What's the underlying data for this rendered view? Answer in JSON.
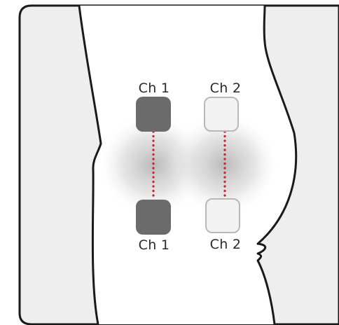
{
  "diagram": {
    "channels": [
      {
        "id": "ch1",
        "top_label": "Ch 1",
        "bottom_label": "Ch 1",
        "pad_fill": "#6b6b6b",
        "pad_style": "filled"
      },
      {
        "id": "ch2",
        "top_label": "Ch 2",
        "bottom_label": "Ch 2",
        "pad_fill": "#f2f2f2",
        "pad_style": "outlined"
      }
    ],
    "colors": {
      "background_panel": "#eeeeee",
      "body": "#ffffff",
      "outline": "#1a1a1a",
      "connector": "#d01f2f",
      "shadow": "#bdbdbd",
      "pad_outline": "#b8b8b8"
    }
  }
}
